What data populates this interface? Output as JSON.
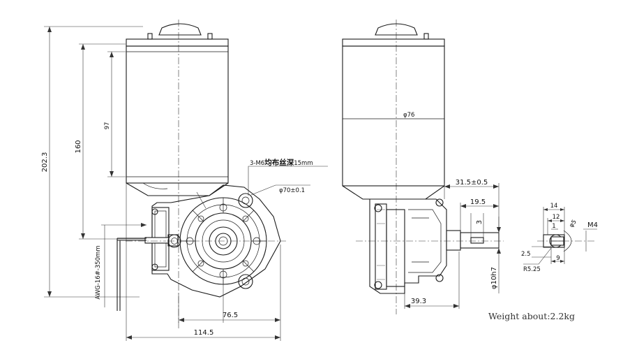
{
  "drawing": {
    "front_view": {
      "dim_overall_height": "202.3",
      "dim_motor_height": "160",
      "dim_body_height": "97",
      "dim_mount_label_prefix": "3-M6",
      "dim_mount_label_bold": "均布丝深",
      "dim_mount_label_suffix": "15mm",
      "dim_bolt_circle": "φ70±0.1",
      "dim_cable": "AWG-16#-350mm",
      "dim_shaft_offset": "76.5",
      "dim_total_width": "114.5"
    },
    "side_view": {
      "dim_motor_diameter": "φ76",
      "dim_shaft_length": "31.5±0.5",
      "dim_shaft_step": "19.5",
      "dim_key_width": "3",
      "dim_shaft_diameter": "φ10h7",
      "dim_flange_depth": "39.3"
    },
    "shaft_detail": {
      "dim_outer": "14",
      "dim_inner": "12",
      "dim_center": "1",
      "dim_angle": "φ5",
      "dim_thread": "M4",
      "dim_step": "2.5",
      "dim_key_len": "9",
      "dim_radius": "R5.25"
    },
    "weight_note": "Weight about:2.2kg"
  }
}
